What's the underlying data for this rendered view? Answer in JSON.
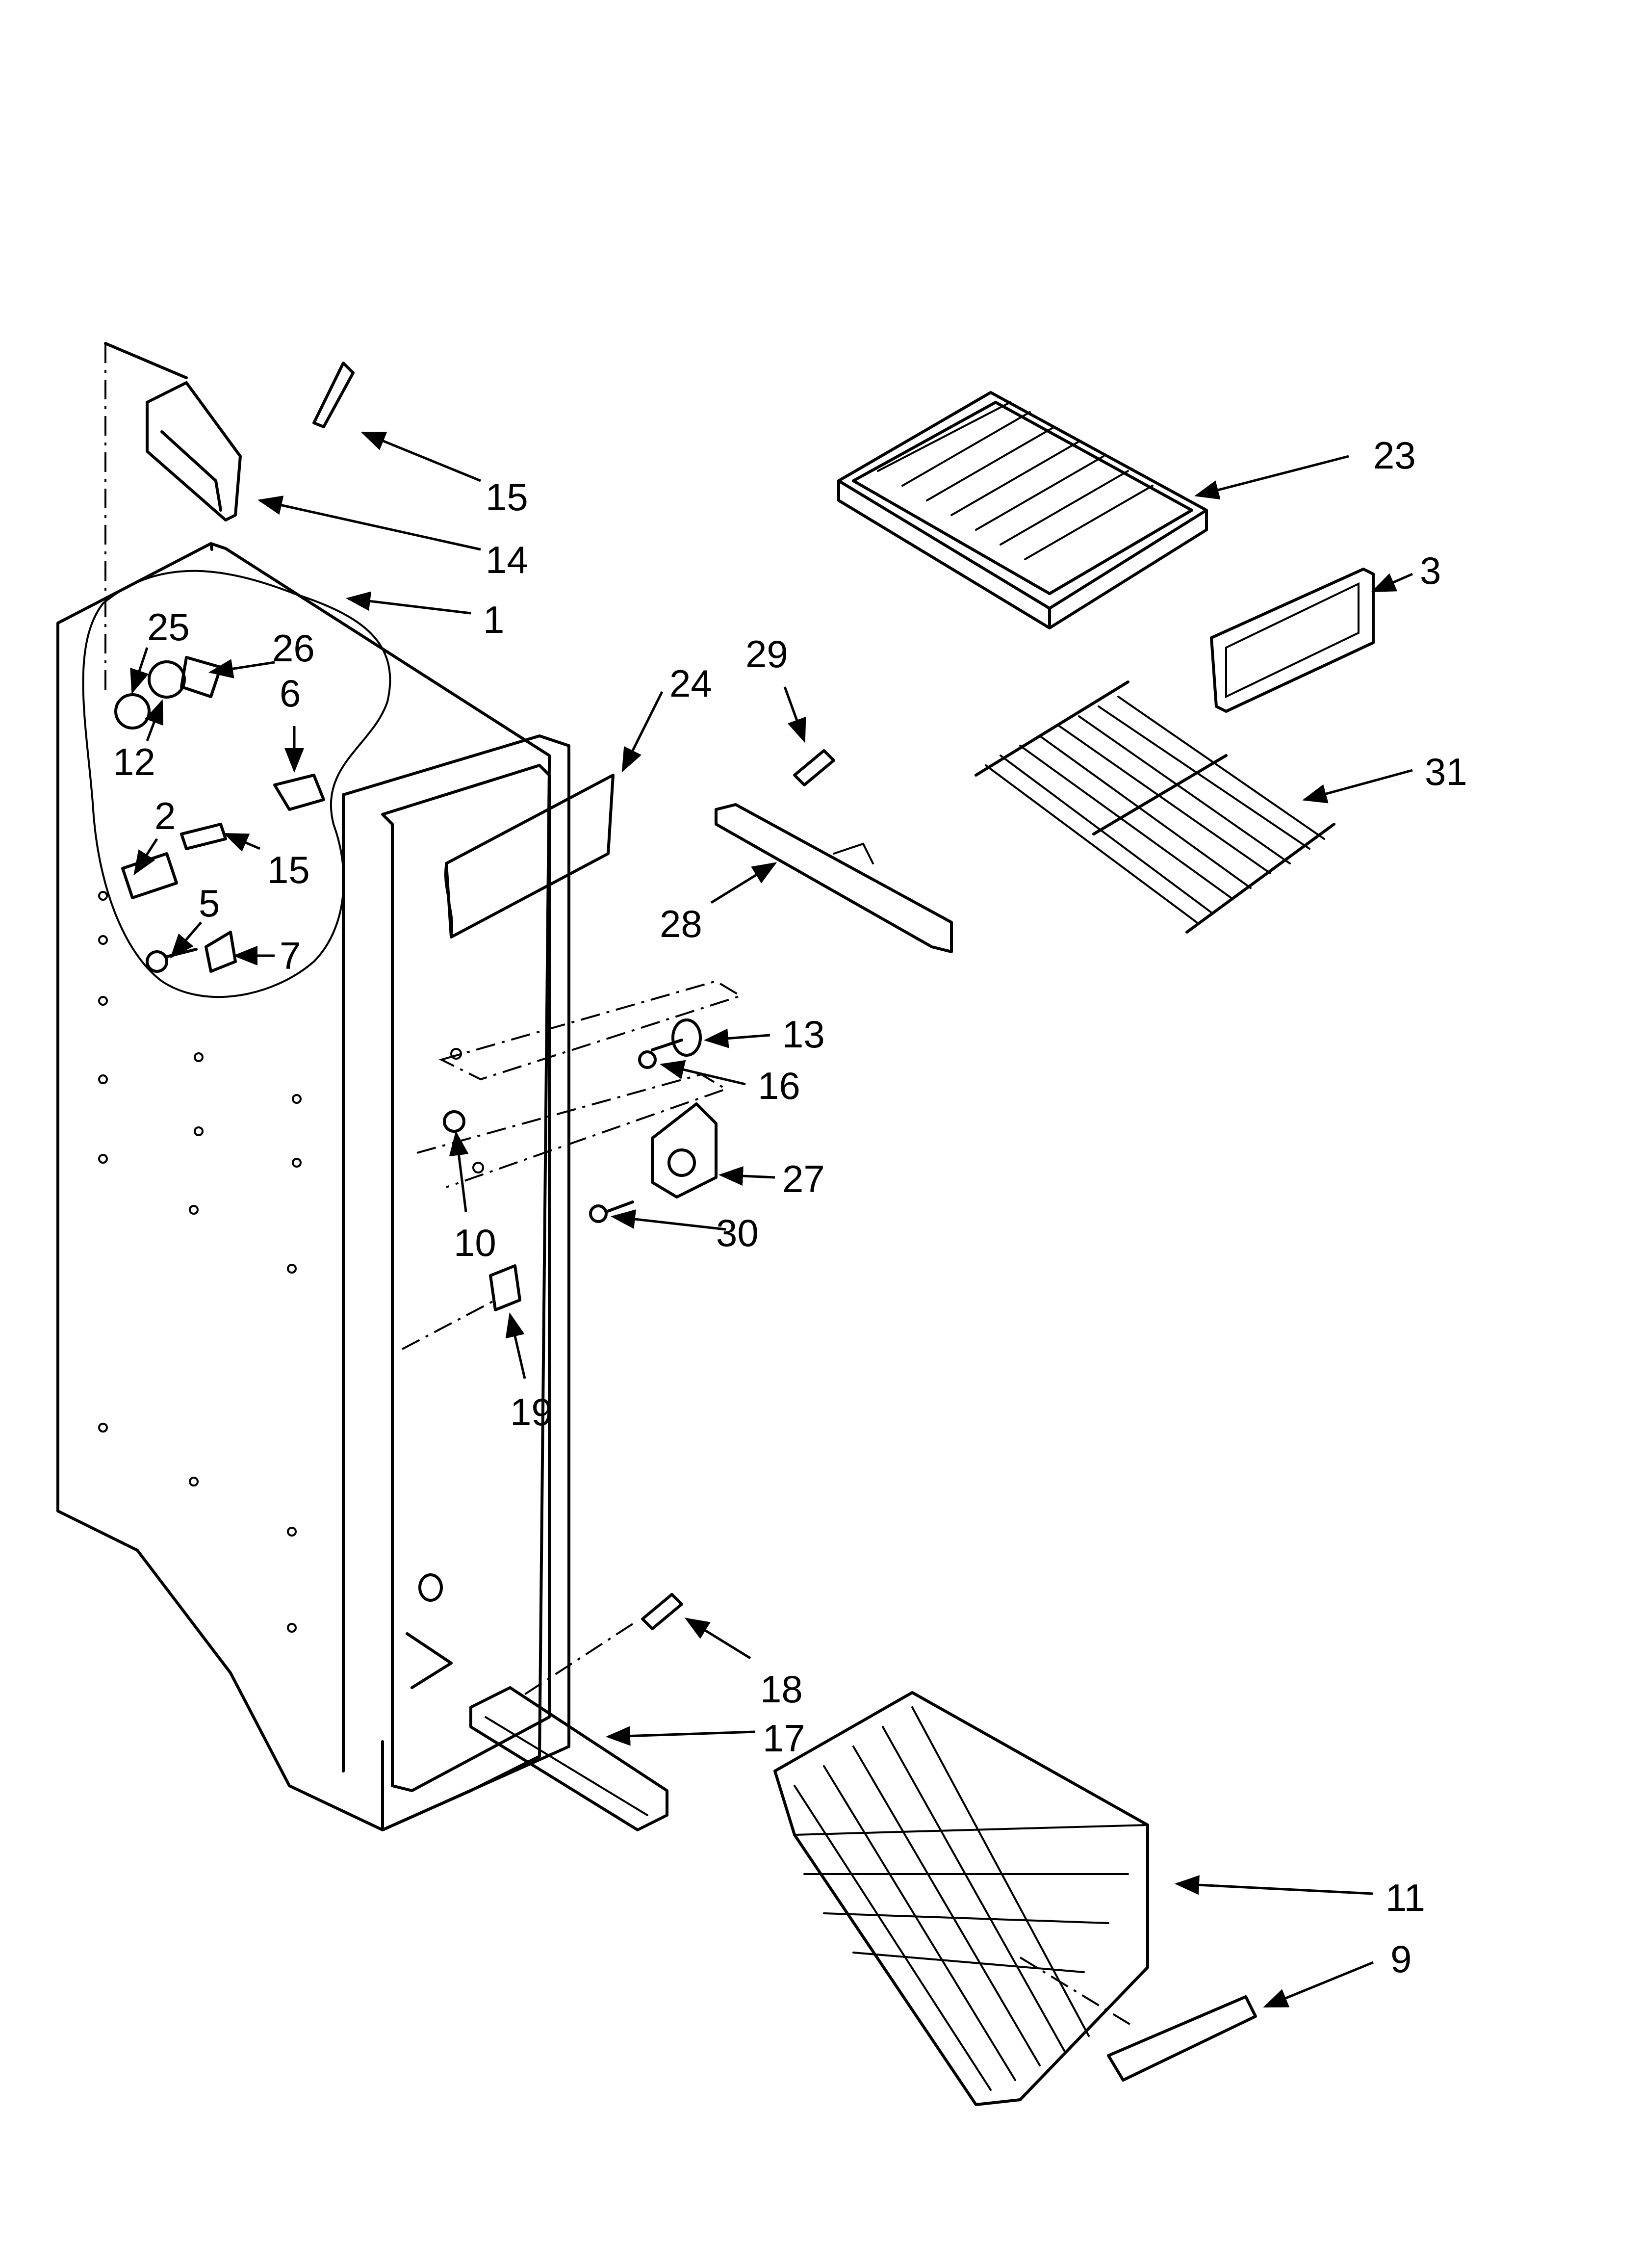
{
  "diagram": {
    "type": "exploded-parts-view",
    "callouts": [
      {
        "id": "c15a",
        "label": "15"
      },
      {
        "id": "c14",
        "label": "14"
      },
      {
        "id": "c1",
        "label": "1"
      },
      {
        "id": "c25",
        "label": "25"
      },
      {
        "id": "c26",
        "label": "26"
      },
      {
        "id": "c6",
        "label": "6"
      },
      {
        "id": "c12",
        "label": "12"
      },
      {
        "id": "c2",
        "label": "2"
      },
      {
        "id": "c15b",
        "label": "15"
      },
      {
        "id": "c5",
        "label": "5"
      },
      {
        "id": "c7",
        "label": "7"
      },
      {
        "id": "c24",
        "label": "24"
      },
      {
        "id": "c29",
        "label": "29"
      },
      {
        "id": "c28",
        "label": "28"
      },
      {
        "id": "c23",
        "label": "23"
      },
      {
        "id": "c3",
        "label": "3"
      },
      {
        "id": "c31",
        "label": "31"
      },
      {
        "id": "c13",
        "label": "13"
      },
      {
        "id": "c16",
        "label": "16"
      },
      {
        "id": "c27",
        "label": "27"
      },
      {
        "id": "c30",
        "label": "30"
      },
      {
        "id": "c10",
        "label": "10"
      },
      {
        "id": "c19",
        "label": "19"
      },
      {
        "id": "c18",
        "label": "18"
      },
      {
        "id": "c17",
        "label": "17"
      },
      {
        "id": "c11",
        "label": "11"
      },
      {
        "id": "c9",
        "label": "9"
      }
    ]
  }
}
